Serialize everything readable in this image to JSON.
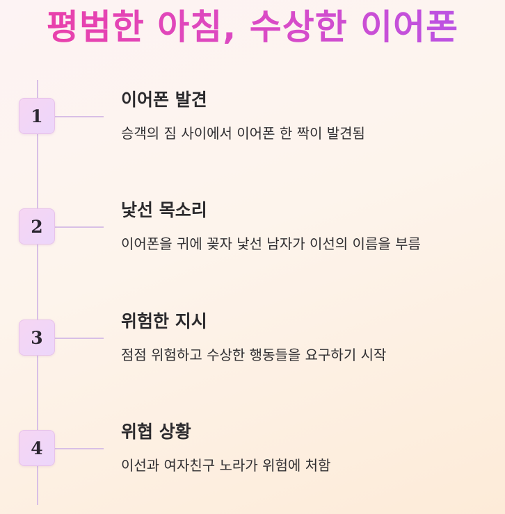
{
  "title": "평범한 아침, 수상한 이어폰",
  "steps": [
    {
      "number": "1",
      "title": "이어폰 발견",
      "description": "승객의 짐 사이에서 이어폰 한 짝이 발견됨"
    },
    {
      "number": "2",
      "title": "낯선 목소리",
      "description": "이어폰을 귀에 꽂자 낯선 남자가 이선의 이름을 부름"
    },
    {
      "number": "3",
      "title": "위험한 지시",
      "description": "점점 위험하고 수상한 행동들을 요구하기 시작"
    },
    {
      "number": "4",
      "title": "위협 상황",
      "description": "이선과 여자친구 노라가 위험에 처함"
    }
  ],
  "colors": {
    "title_gradient_start": "#ec3fa6",
    "title_gradient_end": "#b354ea",
    "line": "#d8bfe6",
    "badge_fill": "#f3d6f6"
  }
}
